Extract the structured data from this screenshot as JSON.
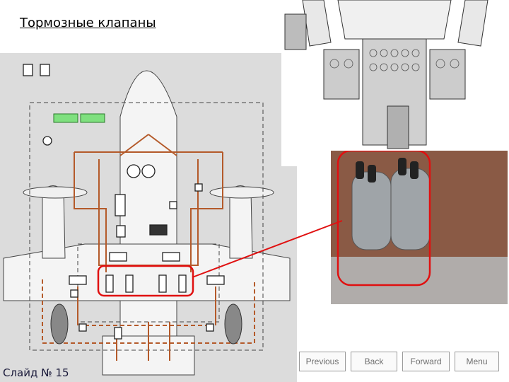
{
  "slide": {
    "title": "Тормозные клапаны",
    "slide_number": "Слайд № 15"
  },
  "nav": {
    "previous": "Previous",
    "back": "Back",
    "forward": "Forward",
    "menu": "Menu"
  },
  "colors": {
    "pipe": "#b45a2a",
    "highlight": "#e01010",
    "panel_bg": "#dcdcdc",
    "aircraft_fill": "#f4f4f4",
    "valve_label_bg": "#7fe07f"
  }
}
